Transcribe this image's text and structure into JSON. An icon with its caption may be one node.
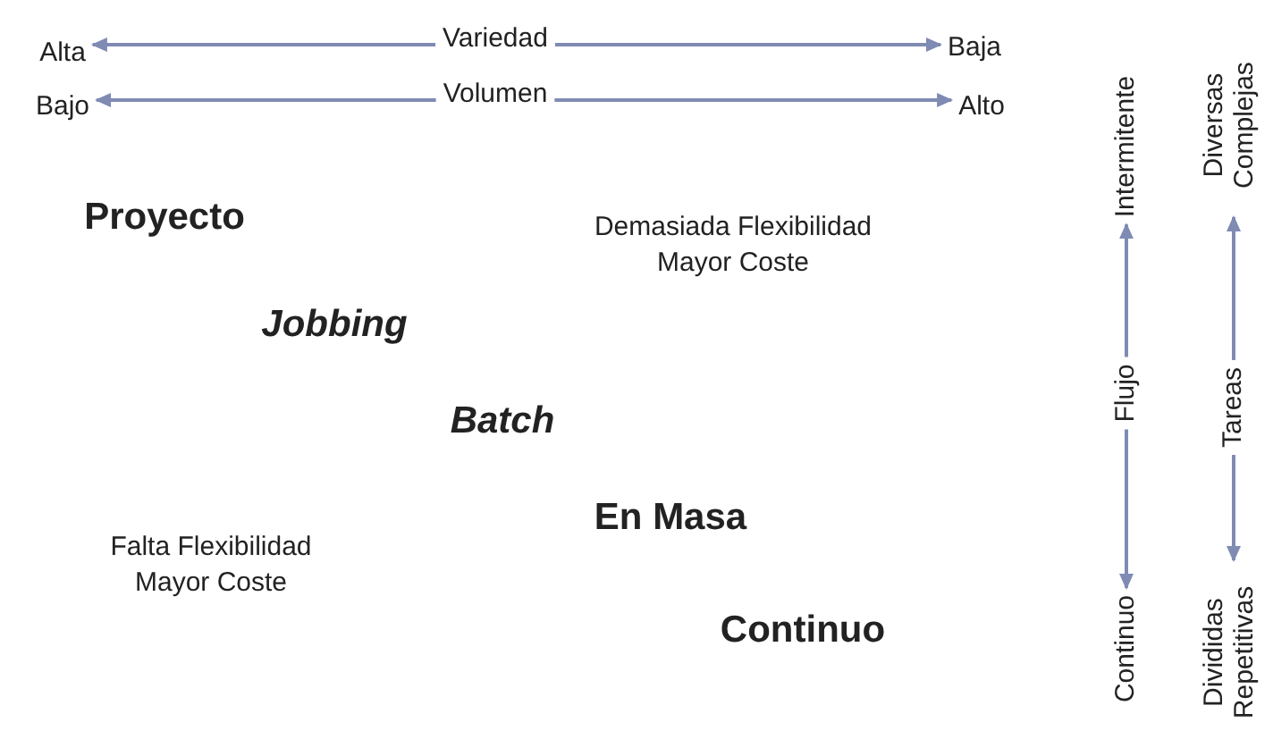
{
  "diagram": {
    "nodes": [
      {
        "text": [
          "Alta"
        ]
      },
      {
        "text": [
          "Variedad"
        ]
      },
      {
        "text": [
          "Baja"
        ]
      },
      {
        "text": [
          "Bajo"
        ]
      },
      {
        "text": [
          "Volumen"
        ]
      },
      {
        "text": [
          "Alto"
        ]
      },
      {
        "text": [
          "Intermitente"
        ]
      },
      {
        "text": [
          "Flujo"
        ]
      },
      {
        "text": [
          "Continuo"
        ]
      },
      {
        "text": [
          "Diversas Complejas"
        ]
      },
      {
        "text": [
          "Tareas"
        ]
      },
      {
        "text": [
          "Divididas Repetitivas"
        ]
      }
    ],
    "edges": [
      {
        "from": 1,
        "to": 0,
        "arrow": "to"
      },
      {
        "from": 1,
        "to": 2,
        "arrow": "to"
      },
      {
        "from": 4,
        "to": 3,
        "arrow": "to"
      },
      {
        "from": 4,
        "to": 5,
        "arrow": "to"
      },
      {
        "from": 7,
        "to": 6,
        "arrow": "to"
      },
      {
        "from": 7,
        "to": 8,
        "arrow": "to"
      },
      {
        "from": 10,
        "to": 9,
        "arrow": "to"
      },
      {
        "from": 10,
        "to": 11,
        "arrow": "to"
      }
    ],
    "labels": [
      "Proyecto",
      "Demasiada Flexibilidad Mayor Coste",
      "Jobbing",
      "Batch",
      "En Masa",
      "Falta Flexibilidad Mayor Coste",
      "Continuo"
    ]
  }
}
